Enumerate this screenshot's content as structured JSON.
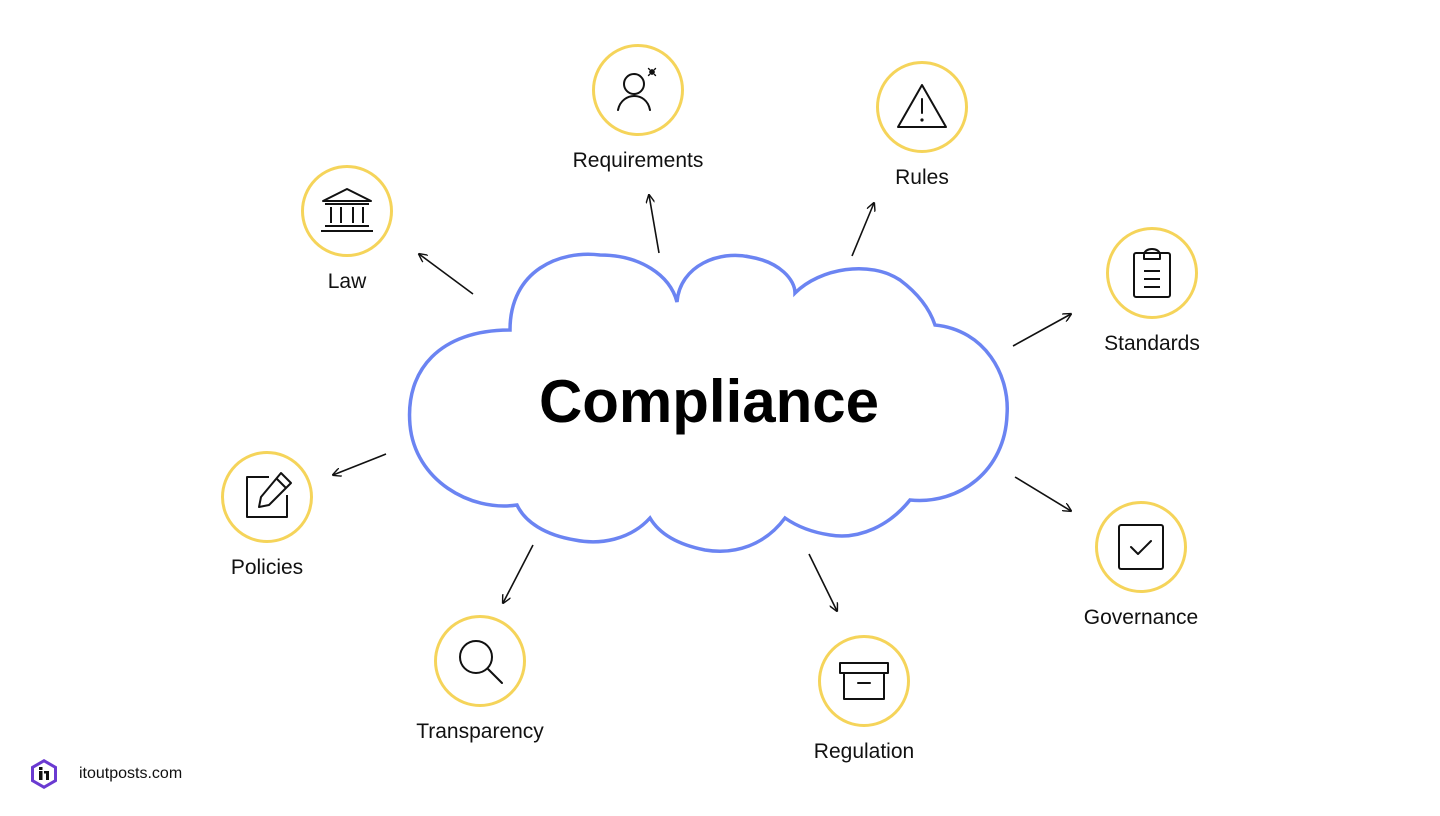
{
  "diagram": {
    "title": "Compliance",
    "nodes": [
      {
        "label": "Requirements",
        "icon": "person-star-icon"
      },
      {
        "label": "Rules",
        "icon": "warning-triangle-icon"
      },
      {
        "label": "Law",
        "icon": "courthouse-icon"
      },
      {
        "label": "Standards",
        "icon": "clipboard-icon"
      },
      {
        "label": "Policies",
        "icon": "edit-square-icon"
      },
      {
        "label": "Governance",
        "icon": "checkbox-icon"
      },
      {
        "label": "Transparency",
        "icon": "magnifier-icon"
      },
      {
        "label": "Regulation",
        "icon": "archive-box-icon"
      }
    ]
  },
  "brand": {
    "text": "itoutposts.com",
    "icon": "itoutposts-logo"
  },
  "colors": {
    "cloud_outline": "#6b84f2",
    "circle_border": "#f5d45a",
    "logo": "#6a3ad1"
  }
}
